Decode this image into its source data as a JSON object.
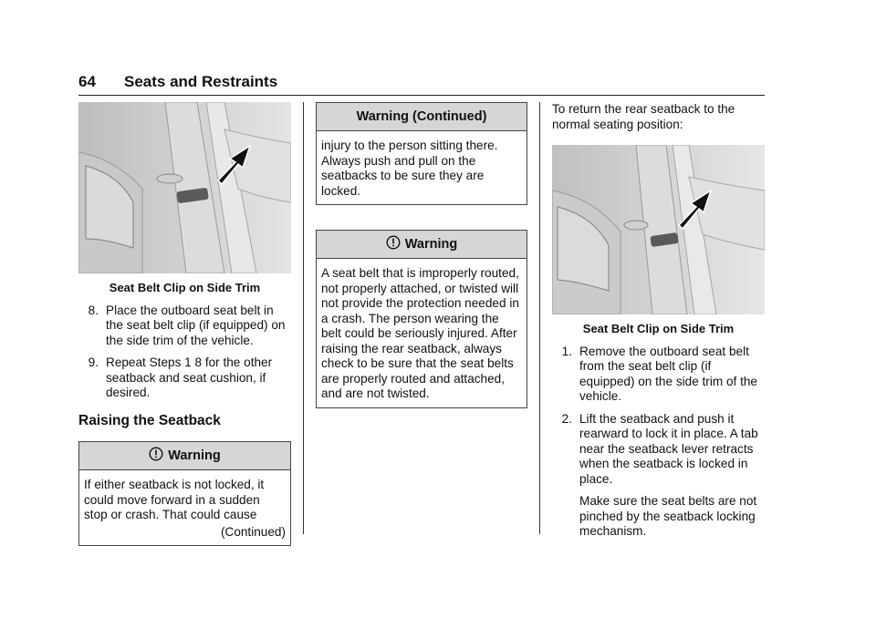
{
  "header": {
    "page_number": "64",
    "section_title": "Seats and Restraints"
  },
  "col1": {
    "image_caption": "Seat Belt Clip on Side Trim",
    "steps": [
      {
        "num": "8.",
        "text": "Place the outboard seat belt in the seat belt clip (if equipped) on the side trim of the vehicle."
      },
      {
        "num": "9.",
        "text": "Repeat Steps 1 8 for the other seatback and seat cushion, if desired."
      }
    ],
    "subheading": "Raising the Seatback",
    "warning": {
      "title": "Warning",
      "body": "If either seatback is not locked, it could move forward in a sudden stop or crash. That could cause",
      "continued": "(Continued)"
    }
  },
  "col2": {
    "warning_continued": {
      "title": "Warning  (Continued)",
      "body": "injury to the person sitting there. Always push and pull on the seatbacks to be sure they are locked."
    },
    "warning": {
      "title": "Warning",
      "body": "A seat belt that is improperly routed, not properly attached, or twisted will not provide the protection needed in a crash. The person wearing the belt could be seriously injured. After raising the rear seatback, always check to be sure that the seat belts are properly routed and attached, and are not twisted."
    }
  },
  "col3": {
    "intro": "To return the rear seatback to the normal seating position:",
    "image_caption": "Seat Belt Clip on Side Trim",
    "steps": [
      {
        "num": "1.",
        "text": "Remove the outboard seat belt from the seat belt clip (if equipped) on the side trim of the vehicle."
      },
      {
        "num": "2.",
        "text": "Lift the seatback and push it rearward to lock it in place. A tab near the seatback lever retracts when the seatback is locked in place.",
        "note": "Make sure the seat belts are not pinched by the seatback locking mechanism."
      }
    ]
  }
}
